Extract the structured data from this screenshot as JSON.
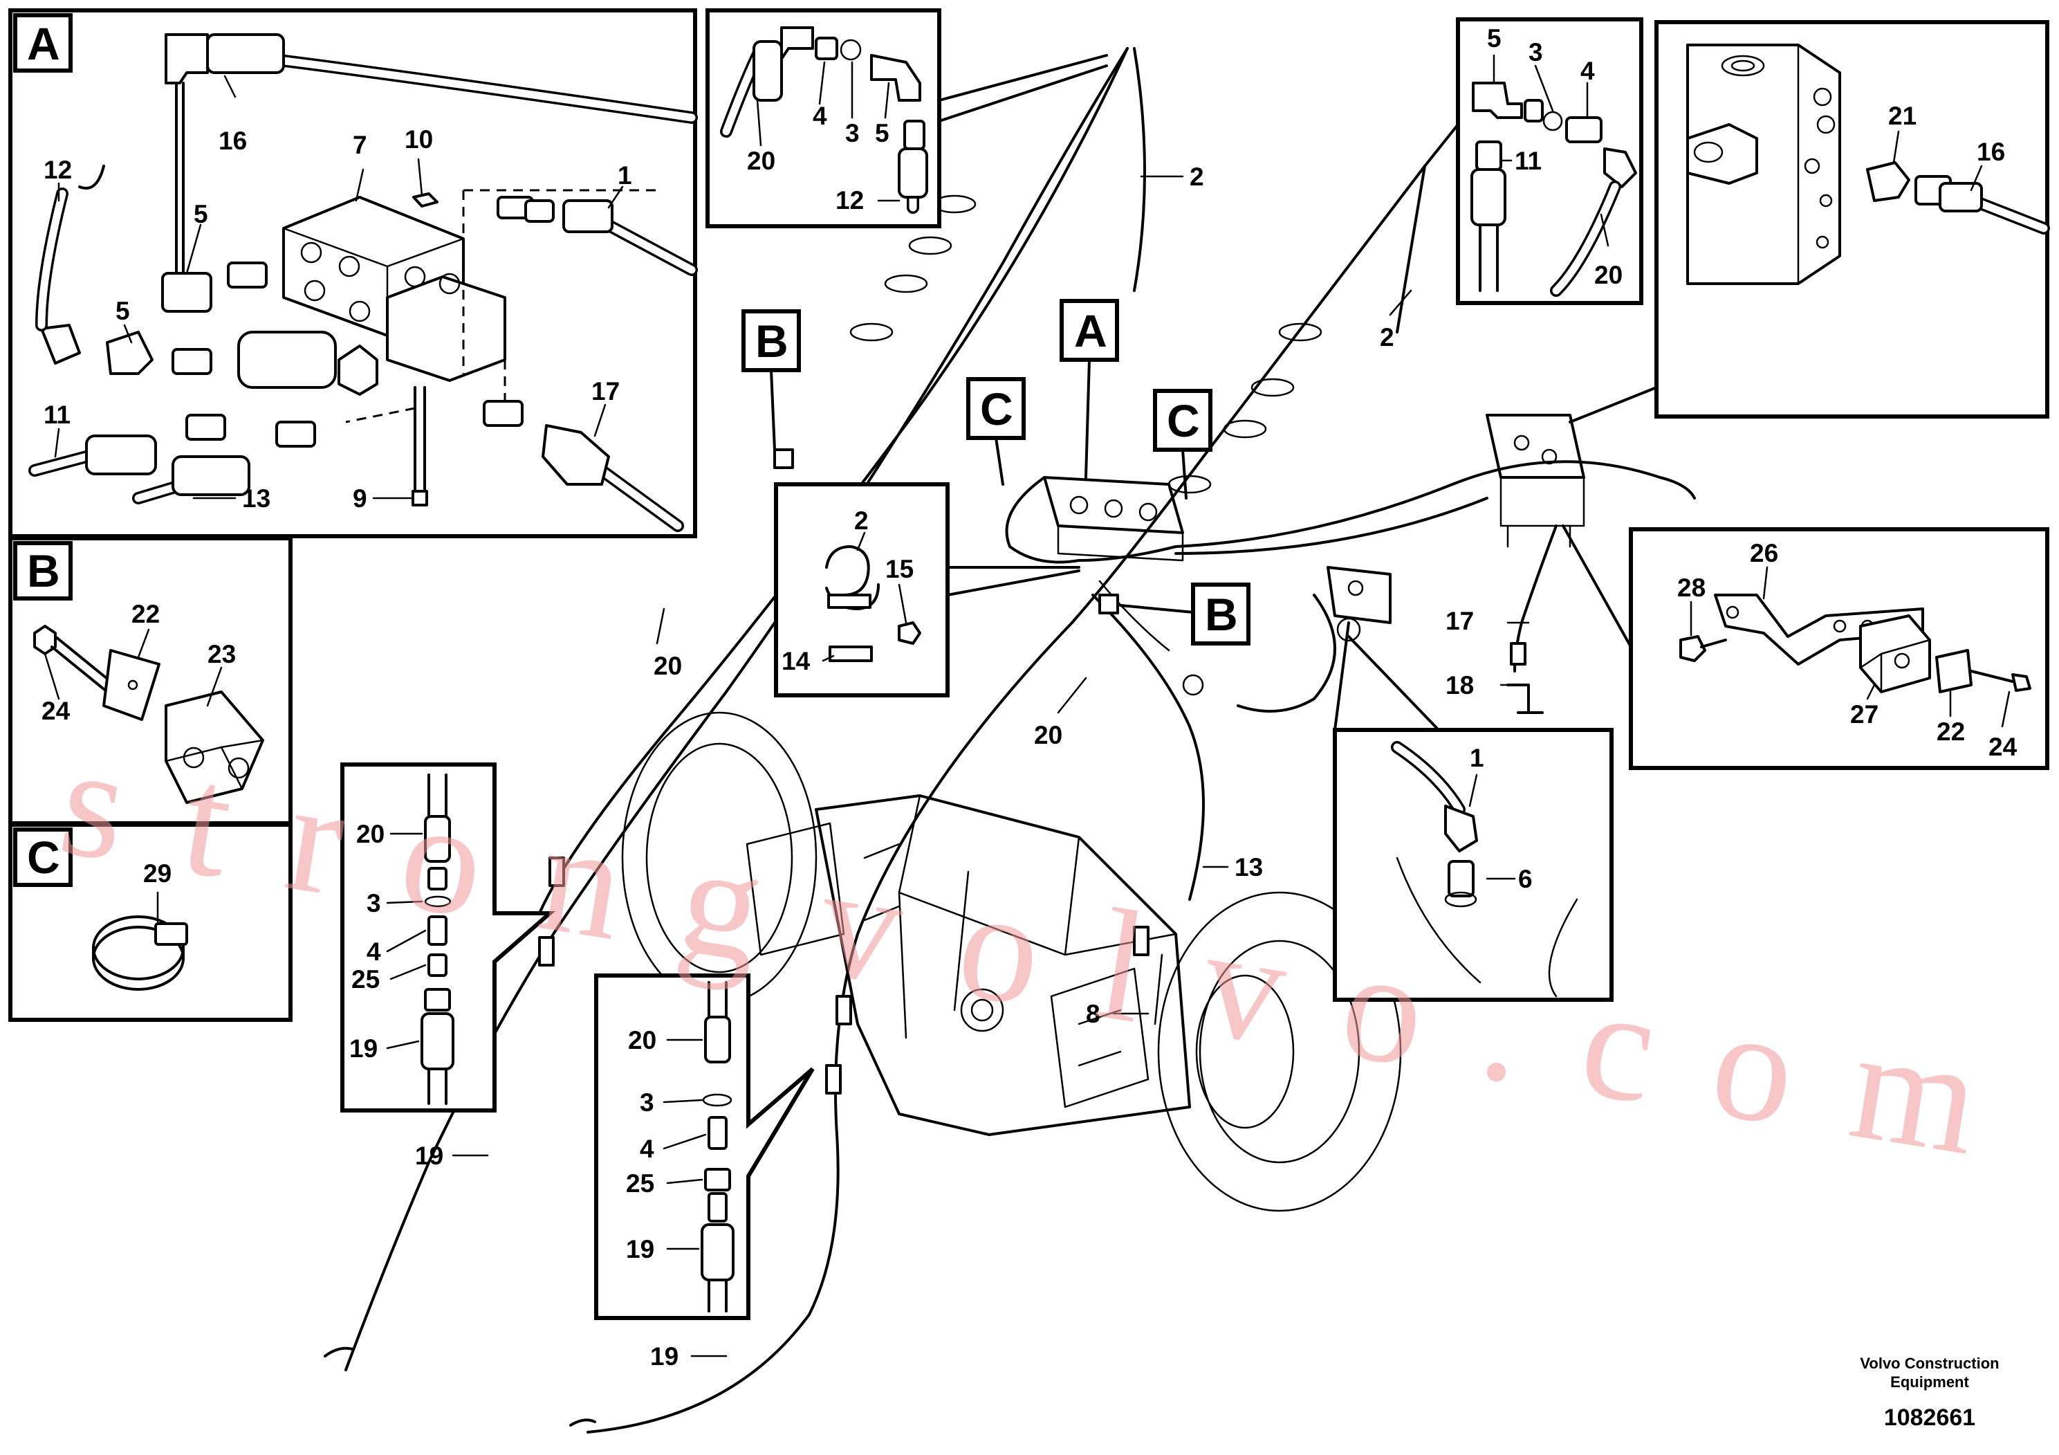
{
  "panels": {
    "A": {
      "tag": "A",
      "labels": [
        "16",
        "7",
        "10",
        "1",
        "12",
        "5",
        "5",
        "11",
        "13",
        "9",
        "17"
      ]
    },
    "B": {
      "tag": "B",
      "labels": [
        "22",
        "23",
        "24"
      ]
    },
    "C": {
      "tag": "C",
      "labels": [
        "29"
      ]
    },
    "top_center": {
      "labels": [
        "20",
        "4",
        "3",
        "5",
        "12"
      ]
    },
    "top_right_small": {
      "labels": [
        "5",
        "3",
        "4",
        "11",
        "20"
      ]
    },
    "top_right_valve": {
      "labels": [
        "21",
        "16"
      ]
    },
    "clip_detail": {
      "labels": [
        "2",
        "15",
        "14"
      ]
    },
    "right_bracket": {
      "labels": [
        "28",
        "26",
        "27",
        "22",
        "24"
      ]
    },
    "fitting_detail": {
      "labels": [
        "1",
        "6"
      ]
    },
    "left_fittings": {
      "labels": [
        "20",
        "3",
        "4",
        "25",
        "19"
      ]
    },
    "center_fittings": {
      "labels": [
        "20",
        "3",
        "4",
        "25",
        "19"
      ]
    }
  },
  "main": {
    "labels": {
      "l2a": "2",
      "l2b": "2",
      "l20a": "20",
      "l20b": "20",
      "l17": "17",
      "l18": "18",
      "l13": "13",
      "l8": "8",
      "l19a": "19",
      "l19b": "19"
    },
    "tags": {
      "tA": "A",
      "tB1": "B",
      "tB2": "B",
      "tC1": "C",
      "tC2": "C"
    }
  },
  "watermark": "strongvolvo.com",
  "credit": {
    "line1": "Volvo Construction",
    "line2": "Equipment"
  },
  "doc_number": "1082661"
}
